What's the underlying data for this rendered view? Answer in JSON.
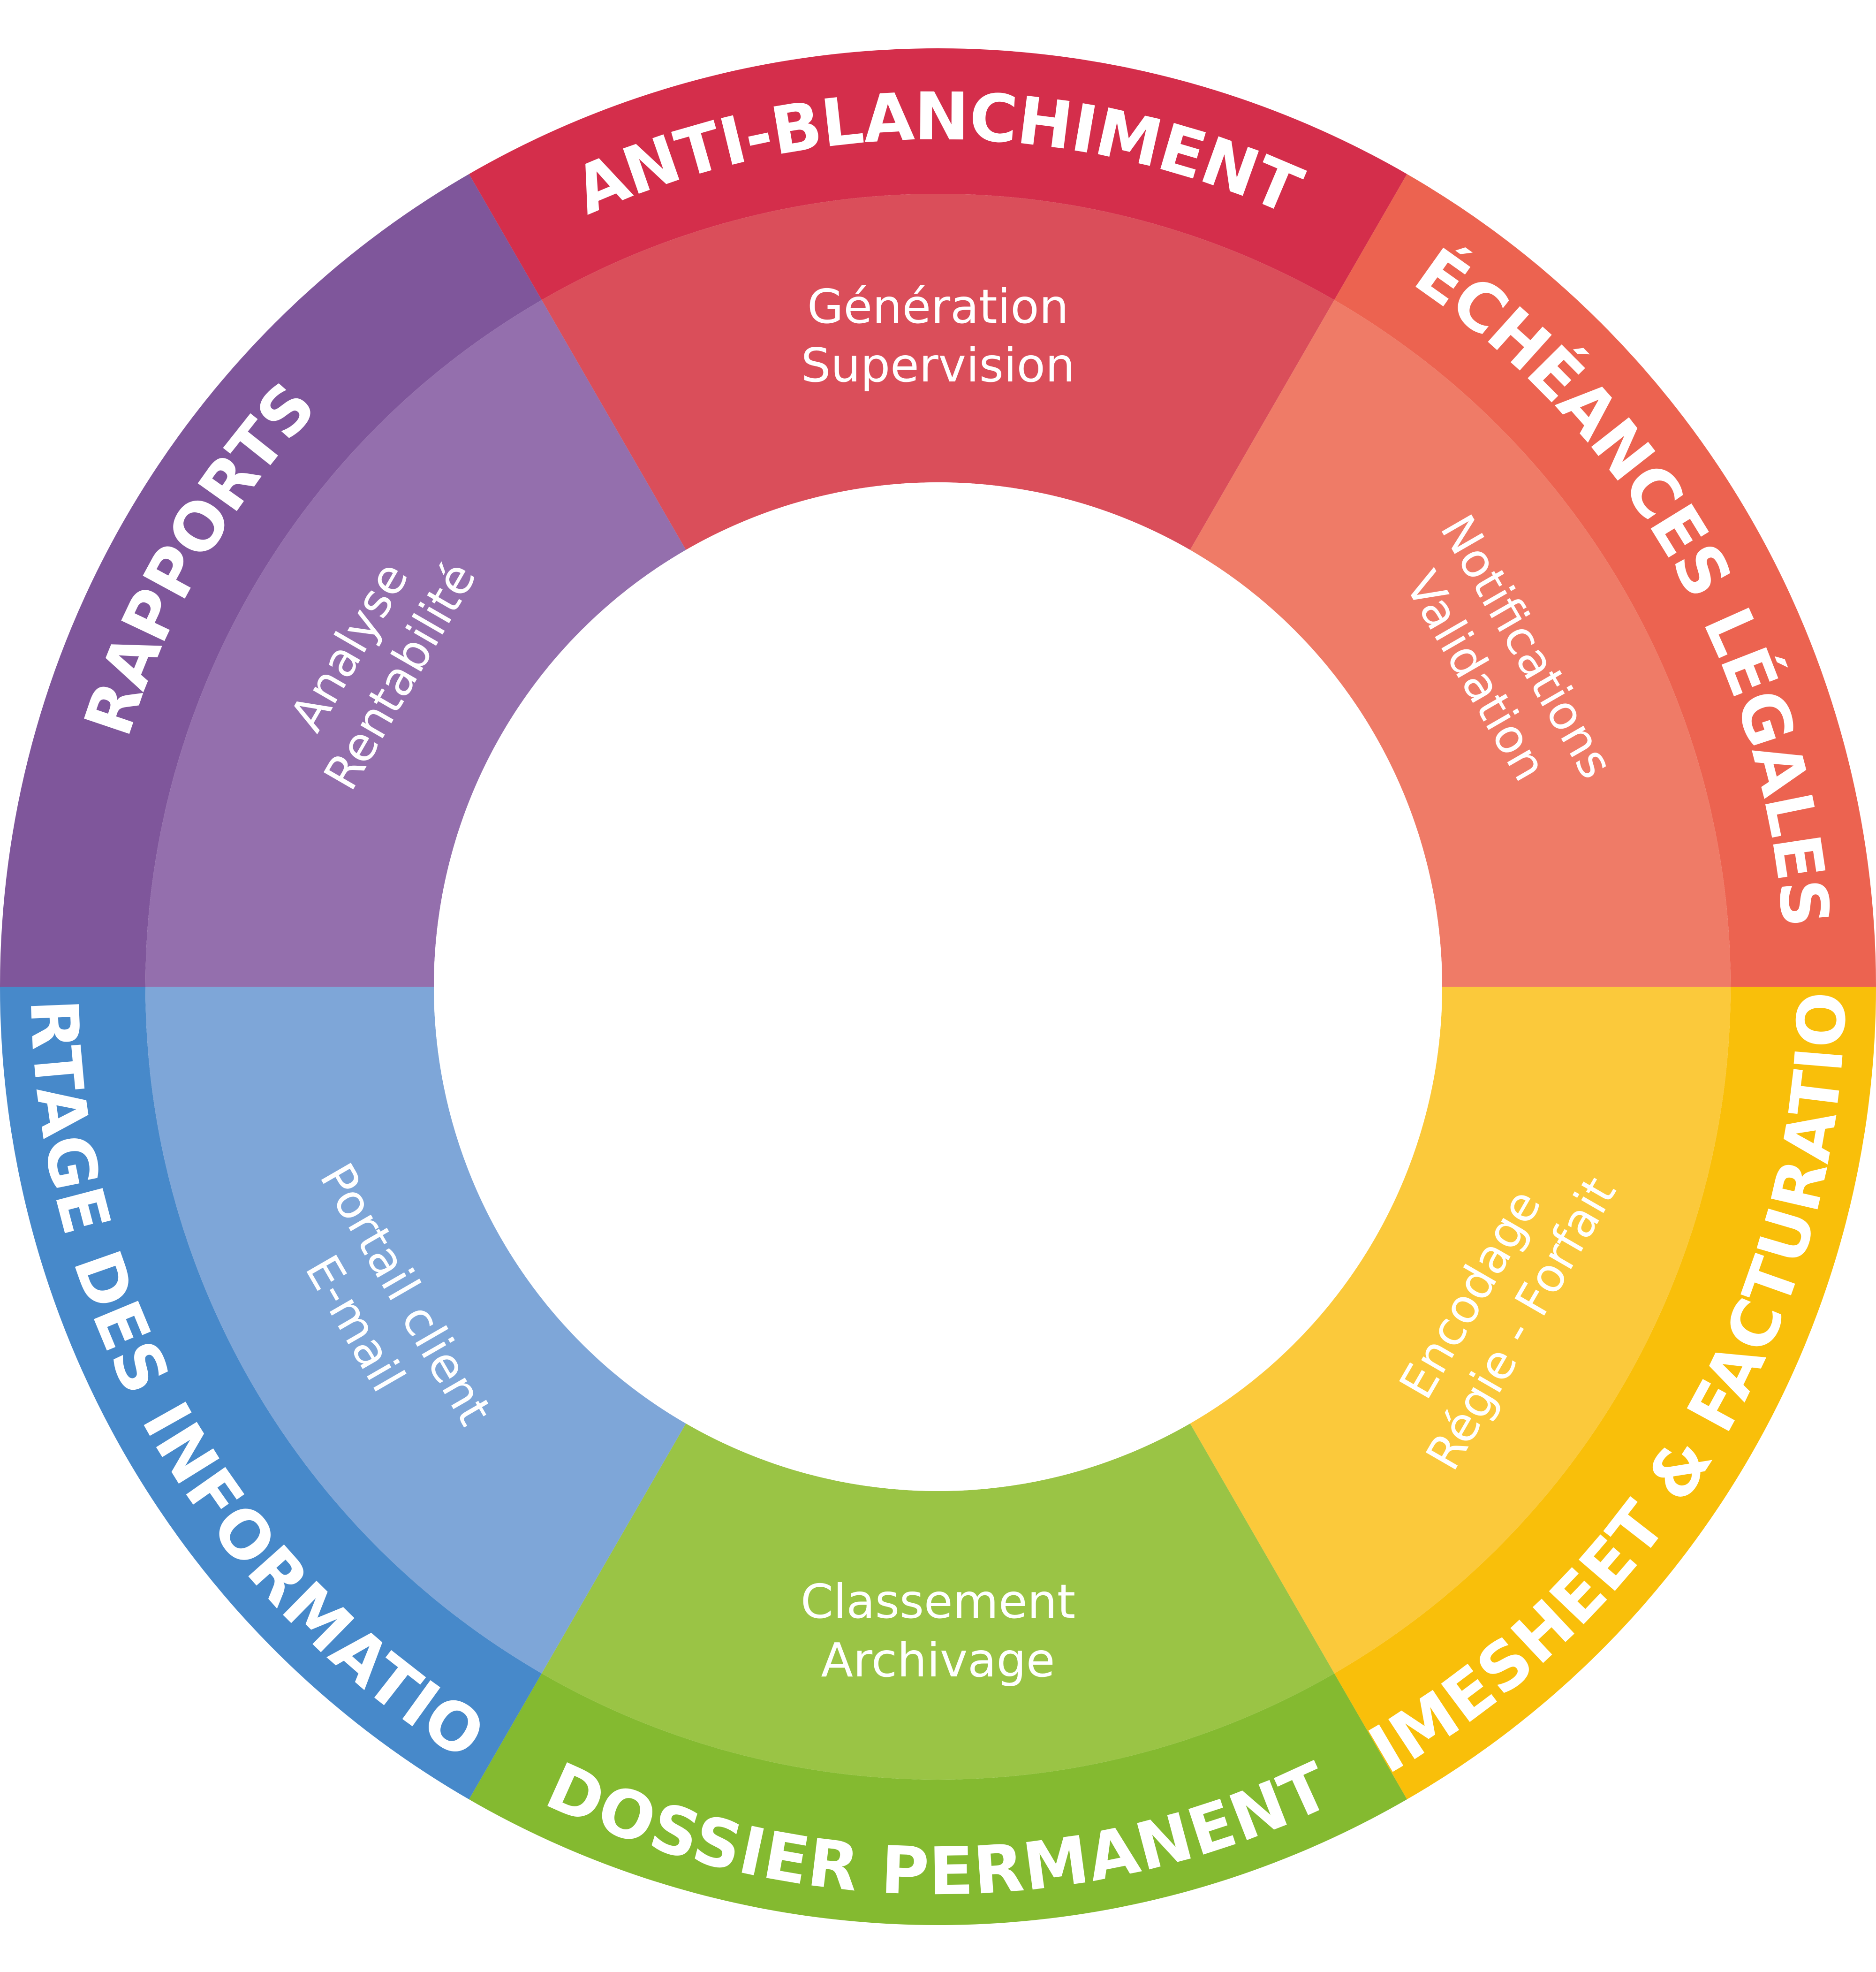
{
  "diagram": {
    "segments": [
      {
        "id": "anti-blanchiment",
        "title": "ANTI-BLANCHIMENT",
        "lines": [
          "Génération",
          "Supervision"
        ],
        "color": "#D42E4B",
        "inner_color": "#DA4E5A"
      },
      {
        "id": "echeances",
        "title": "ÉCHÉANCES LÉGALES",
        "lines": [
          "Notifications",
          "Validation"
        ],
        "color": "#EC6350",
        "inner_color": "#EF7B67"
      },
      {
        "id": "timesheet",
        "title": "TIMESHEET & FACTURATION",
        "lines": [
          "Encodage",
          "Régie - Forfait"
        ],
        "color": "#F9BF0A",
        "inner_color": "#FBC93B"
      },
      {
        "id": "dossier",
        "title": "DOSSIER PERMANENT",
        "lines": [
          "Classement",
          "Archivage"
        ],
        "color": "#84BA30",
        "inner_color": "#9AC445"
      },
      {
        "id": "partage",
        "title": "PARTAGE DES INFORMATIONS",
        "lines": [
          "Portail client",
          "E-mail"
        ],
        "color": "#4789CA",
        "inner_color": "#7EA6D8"
      },
      {
        "id": "rapports",
        "title": "RAPPORTS",
        "lines": [
          "Analyse",
          "Rentabilité"
        ],
        "color": "#7F569B",
        "inner_color": "#946FAD"
      }
    ]
  }
}
